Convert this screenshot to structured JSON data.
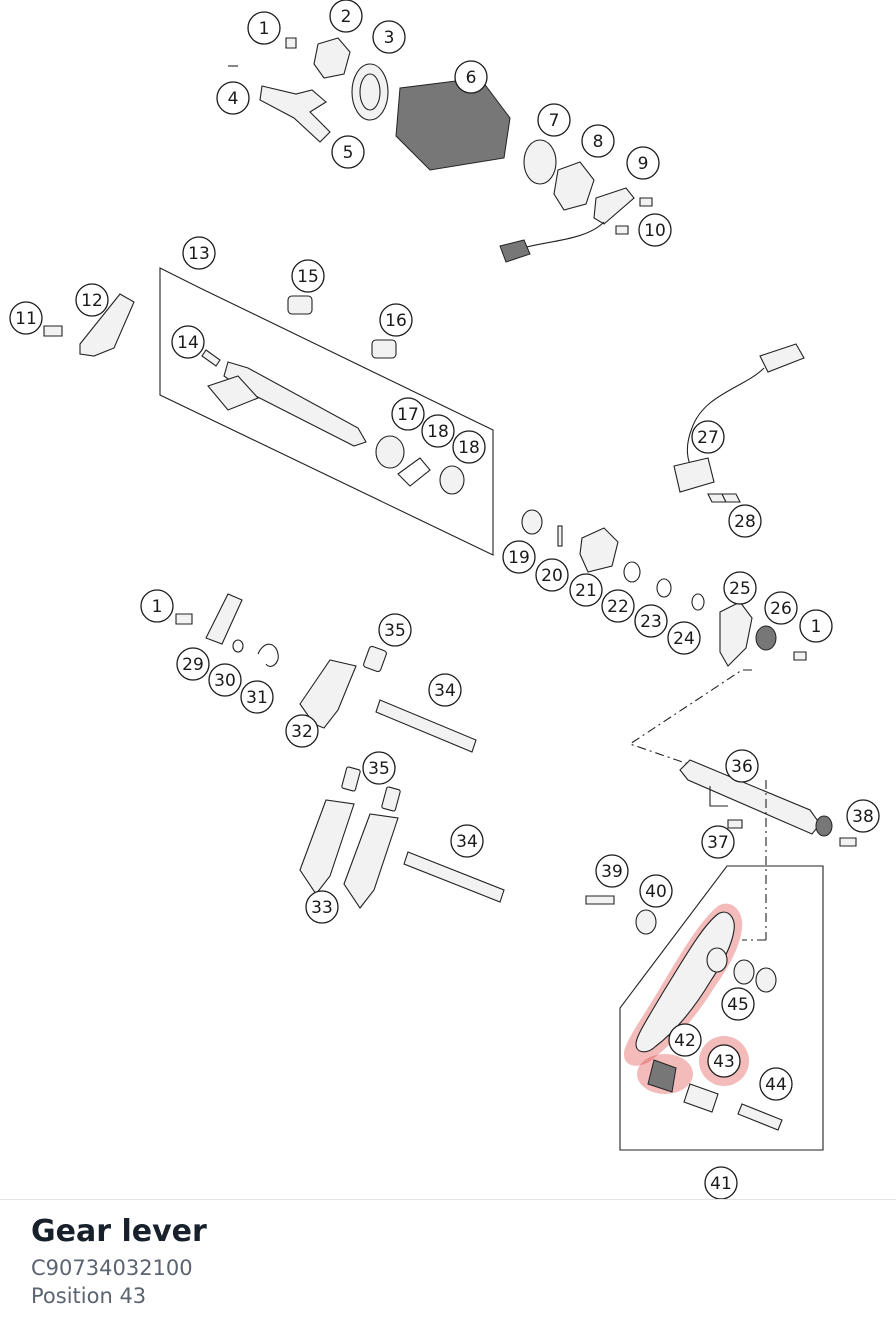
{
  "part": {
    "name": "Gear lever",
    "number": "C90734032100",
    "position": "Position 43"
  },
  "highlight_color": "#e03c3c",
  "callouts": [
    "1",
    "2",
    "3",
    "4",
    "5",
    "6",
    "7",
    "8",
    "9",
    "10",
    "11",
    "12",
    "13",
    "14",
    "15",
    "16",
    "17",
    "18",
    "18",
    "19",
    "20",
    "21",
    "22",
    "23",
    "24",
    "25",
    "26",
    "1",
    "27",
    "28",
    "1",
    "29",
    "30",
    "31",
    "32",
    "35",
    "34",
    "35",
    "33",
    "34",
    "36",
    "37",
    "38",
    "39",
    "40",
    "45",
    "42",
    "43",
    "44",
    "41"
  ],
  "selected_callout": "43"
}
